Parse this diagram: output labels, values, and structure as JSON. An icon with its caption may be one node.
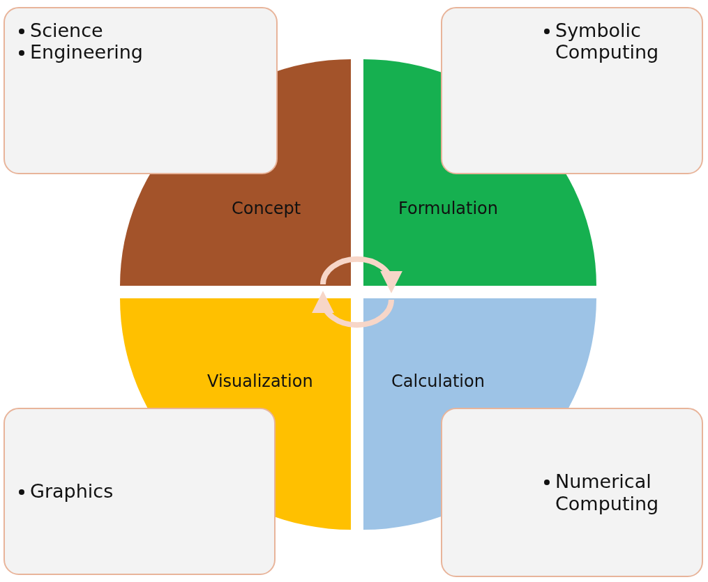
{
  "diagram": {
    "nodes": [
      {
        "text": [
          "Science",
          "Engineering"
        ]
      },
      {
        "text": [
          "Symbolic Computing"
        ]
      },
      {
        "text": [
          "Concept"
        ]
      },
      {
        "text": [
          "Formulation"
        ]
      },
      {
        "text": [
          "Visualization"
        ]
      },
      {
        "text": [
          "Calculation"
        ]
      },
      {
        "text": [
          "Graphics"
        ]
      },
      {
        "text": [
          "Numerical Computing"
        ]
      }
    ],
    "edges": [
      {
        "from": 2,
        "to": 3,
        "arrow": "to"
      },
      {
        "from": 5,
        "to": 4,
        "arrow": "to"
      }
    ]
  }
}
